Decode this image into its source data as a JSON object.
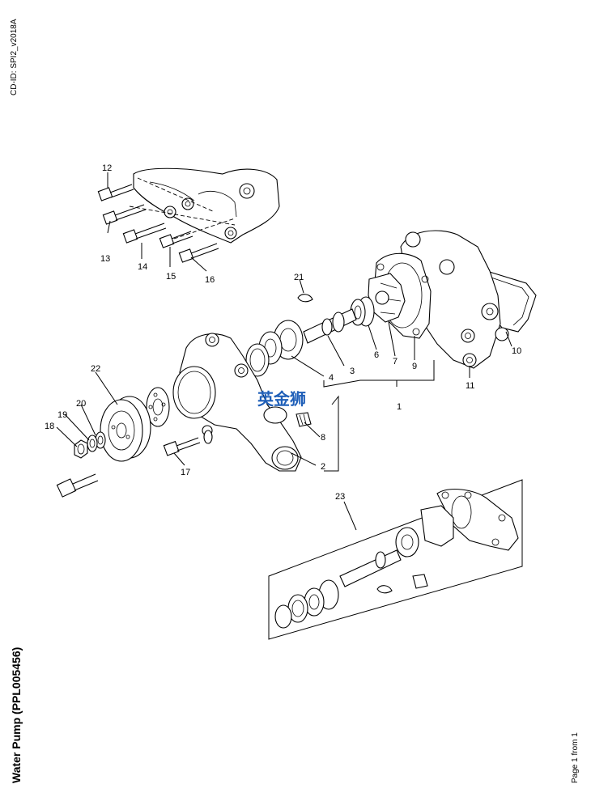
{
  "document": {
    "cd_id": "CD-ID: SPI2_v2018A",
    "title": "Water Pump (PPL005456)",
    "page_info": "Page 1 from 1",
    "watermark": "英金狮"
  },
  "callouts": [
    "1",
    "2",
    "3",
    "4",
    "6",
    "7",
    "8",
    "9",
    "10",
    "11",
    "12",
    "13",
    "14",
    "15",
    "16",
    "17",
    "18",
    "19",
    "20",
    "21",
    "22",
    "23"
  ]
}
